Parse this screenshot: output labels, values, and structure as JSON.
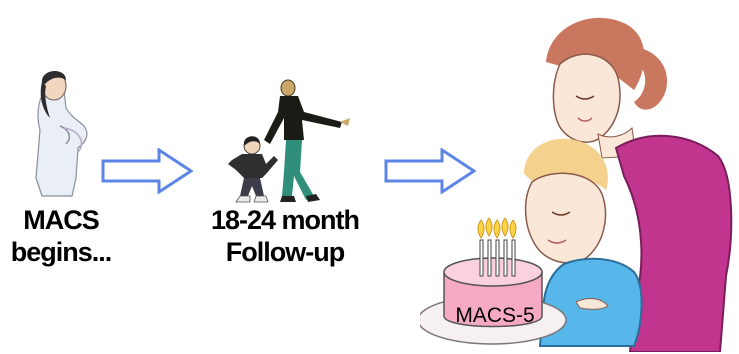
{
  "stages": [
    {
      "line1": "MACS",
      "line2": "begins..."
    },
    {
      "line1": "18-24 month",
      "line2": "Follow-up"
    }
  ],
  "cake_label": "MACS-5",
  "icons": [
    "pregnant-woman-icon",
    "arrow-right-icon",
    "parent-walking-toddler-icon",
    "arrow-right-icon",
    "mother-and-child-birthday-cake-icon"
  ],
  "colors": {
    "arrow_stroke": "#5b86e5",
    "arrow_fill": "#ffffff",
    "cake": "#f6a9c5",
    "mother_shirt": "#c1358f",
    "child_shirt": "#57b7ea"
  }
}
